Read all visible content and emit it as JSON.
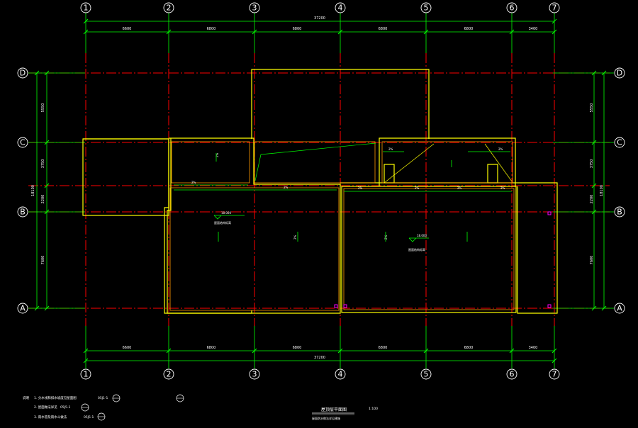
{
  "drawing": {
    "title": "屋顶层平面图",
    "scale": "1:100",
    "subtitle": "屋面防水做法详见建施",
    "colors": {
      "background": "#000000",
      "axis": "#ff0000",
      "dimension": "#00ff00",
      "wall": "#ffff00",
      "wall_inner": "#ff9900",
      "bubble": "#ffffff",
      "marker": "#ff00ff"
    }
  },
  "axes": {
    "vertical": [
      "1",
      "2",
      "3",
      "4",
      "5",
      "6",
      "7"
    ],
    "horizontal": [
      "D",
      "C",
      "B",
      "A"
    ]
  },
  "dimensions": {
    "top_segments": [
      "6600",
      "6800",
      "6800",
      "6800",
      "6800",
      "3400"
    ],
    "top_total": "37200",
    "bottom_segments": [
      "6600",
      "6800",
      "6800",
      "6800",
      "6800",
      "3400"
    ],
    "bottom_total": "37200",
    "side_segments": [
      "5550",
      "3750",
      "2200",
      "7600"
    ],
    "side_total": "18100"
  },
  "annotations": {
    "slope_labels": [
      "2%",
      "2%",
      "2%",
      "2%",
      "2%",
      "2%",
      "2%",
      "2%",
      "2%",
      "2%",
      "2%"
    ],
    "level_label_1": "18.000",
    "level_label_2": "18.000",
    "level_note_1": "屋面结构标高",
    "level_note_2": "屋面结构标高"
  },
  "legend": {
    "items": [
      {
        "text": "1. 分水线和排水坡度见屋面图",
        "ref": "05J1-1"
      },
      {
        "text": "2. 屋面做法详见",
        "ref": "05J5-1"
      },
      {
        "text": "3. 雨水管及雨水斗做法",
        "ref": "05J5-1"
      }
    ],
    "note_header": "说明"
  }
}
